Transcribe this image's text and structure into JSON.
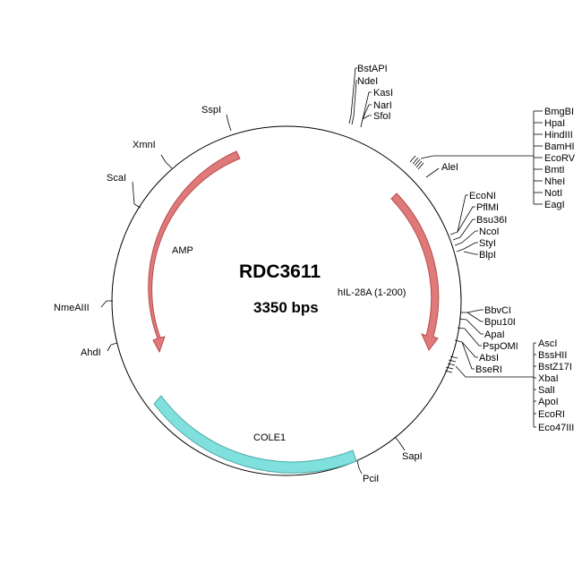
{
  "plasmid": {
    "name": "RDC3611",
    "size_label": "3350 bps"
  },
  "features": {
    "amp": {
      "label": "AMP",
      "color": "#e07a7a"
    },
    "insert": {
      "label": "hIL-28A (1-200)",
      "color": "#e07a7a"
    },
    "cole1": {
      "label": "COLE1",
      "color": "#7fe0de"
    }
  },
  "sites": {
    "bstapi": "BstAPI",
    "ndei": "NdeI",
    "kasi": "KasI",
    "nari": "NarI",
    "sfoi": "SfoI",
    "sspi": "SspI",
    "xmni": "XmnI",
    "scai": "ScaI",
    "nmeaiii": "NmeAIII",
    "ahdi": "AhdI",
    "bmgbi": "BmgBI",
    "hpai": "HpaI",
    "hindiii": "HindIII",
    "bamhi": "BamHI",
    "ecorv": "EcoRV",
    "bmti": "BmtI",
    "nhei": "NheI",
    "noti": "NotI",
    "eagi": "EagI",
    "alei": "AleI",
    "econi": "EcoNI",
    "pflmi": "PflMI",
    "bsu36i": "Bsu36I",
    "ncoi": "NcoI",
    "styi": "StyI",
    "blpi": "BlpI",
    "bbvci": "BbvCI",
    "bpu10i": "Bpu10I",
    "apai": "ApaI",
    "pspomi": "PspOMI",
    "absi": "AbsI",
    "bseri": "BseRI",
    "asci": "AscI",
    "bsshii": "BssHII",
    "bstz17i": "BstZ17I",
    "xbai": "XbaI",
    "sali": "SalI",
    "apoi": "ApoI",
    "ecori": "EcoRI",
    "eco47iii": "Eco47III",
    "sapi": "SapI",
    "pcii": "PciI"
  }
}
